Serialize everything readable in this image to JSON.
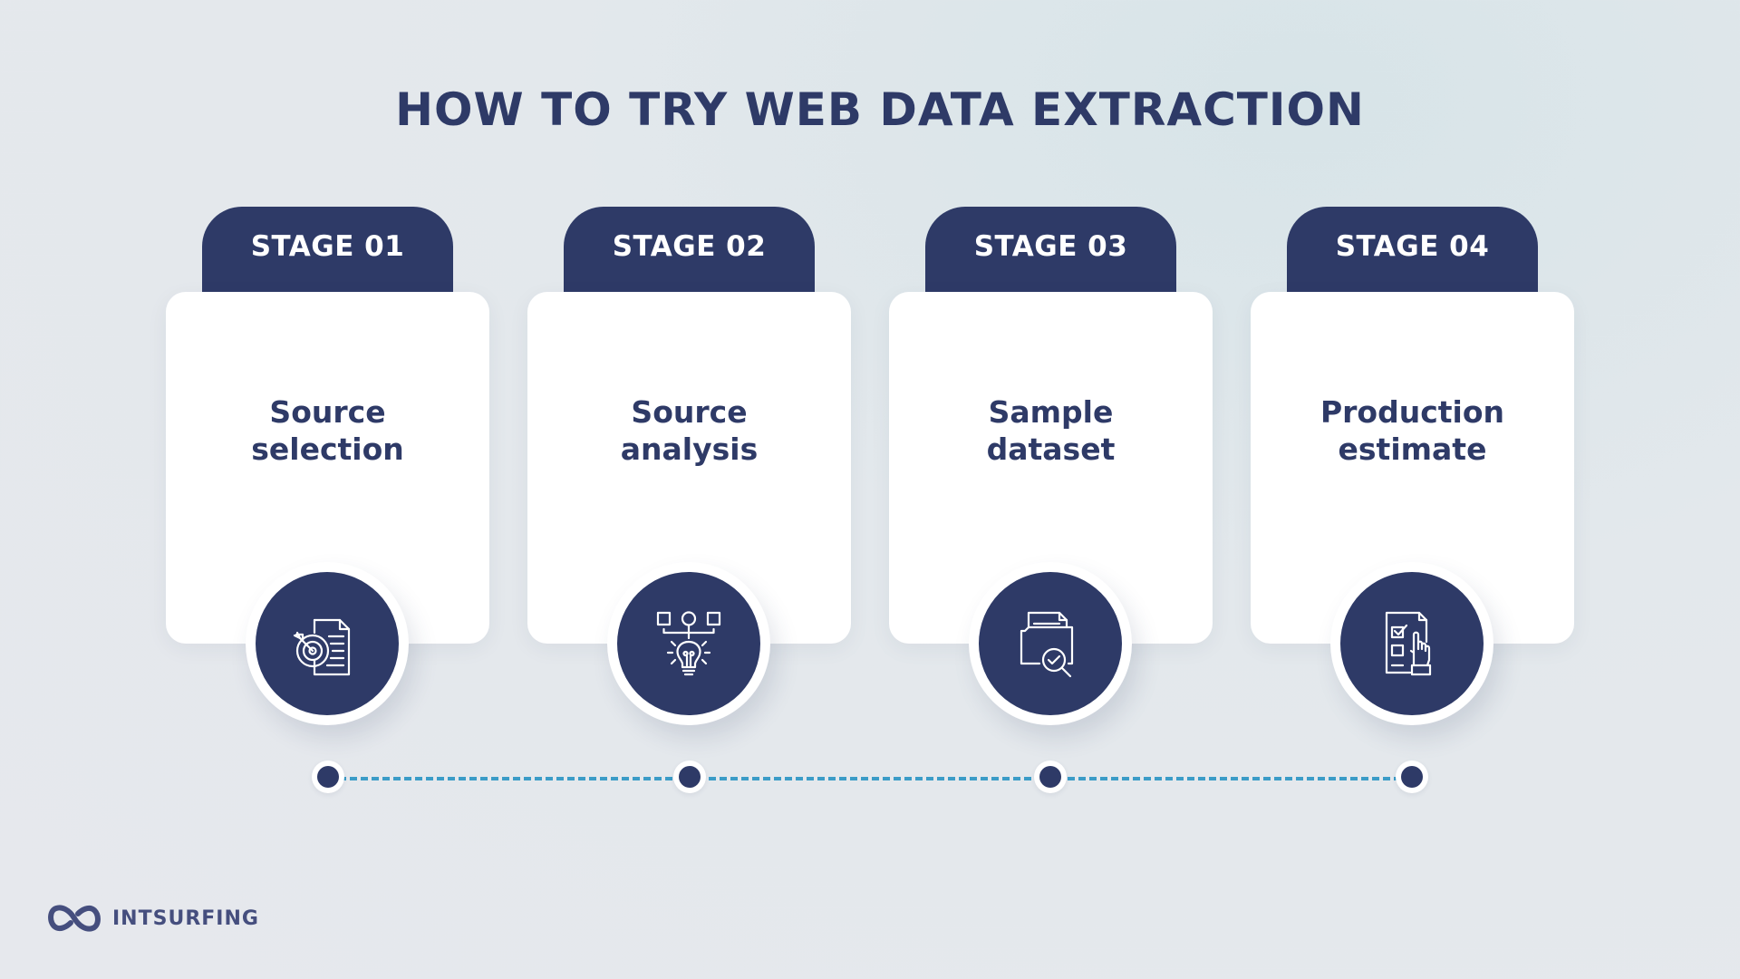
{
  "title": "HOW TO TRY WEB DATA EXTRACTION",
  "colors": {
    "primary": "#2e3a67",
    "timeline": "#3b9cc7",
    "card": "#ffffff",
    "background": "#e4e8ec"
  },
  "stages": [
    {
      "label": "STAGE 01",
      "title_line1": "Source",
      "title_line2": "selection",
      "icon": "target-document-icon"
    },
    {
      "label": "STAGE 02",
      "title_line1": "Source",
      "title_line2": "analysis",
      "icon": "lightbulb-flowchart-icon"
    },
    {
      "label": "STAGE 03",
      "title_line1": "Sample",
      "title_line2": "dataset",
      "icon": "folder-search-check-icon"
    },
    {
      "label": "STAGE 04",
      "title_line1": "Production",
      "title_line2": "estimate",
      "icon": "checklist-hand-icon"
    }
  ],
  "timeline": {
    "points": 4
  },
  "logo": {
    "text": "INTSURFING",
    "icon": "infinity-wave-logo-icon"
  }
}
